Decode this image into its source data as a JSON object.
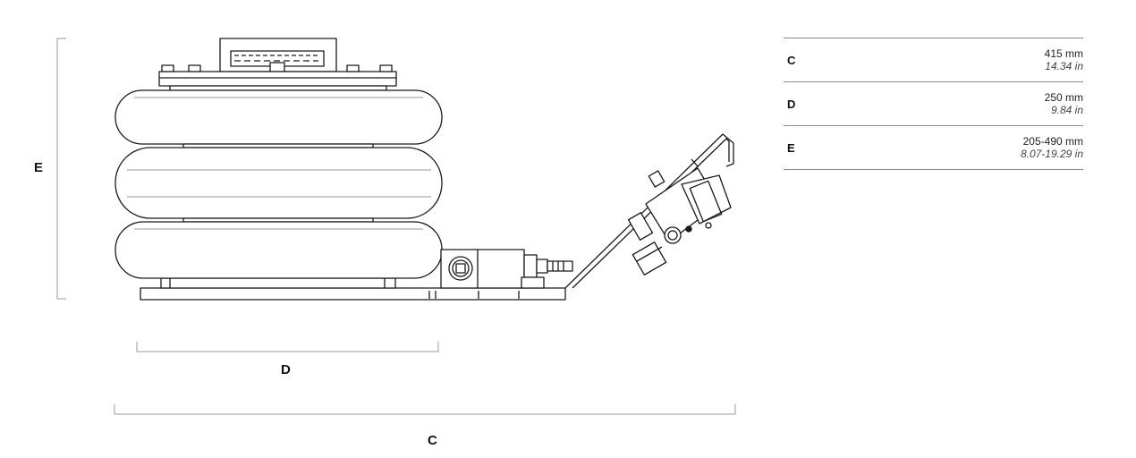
{
  "labels": {
    "height_letter": "E",
    "width_letter": "D",
    "length_letter": "C"
  },
  "specs": [
    {
      "key": "C",
      "metric": "415 mm",
      "imperial": "14.34 in"
    },
    {
      "key": "D",
      "metric": "250 mm",
      "imperial": "9.84 in"
    },
    {
      "key": "E",
      "metric": "205-490 mm",
      "imperial": "8.07-19.29 in"
    }
  ],
  "colors": {
    "line": "#1a1a1a",
    "dimension_line": "#9a9a9a",
    "table_rule": "#8a8a8a"
  }
}
